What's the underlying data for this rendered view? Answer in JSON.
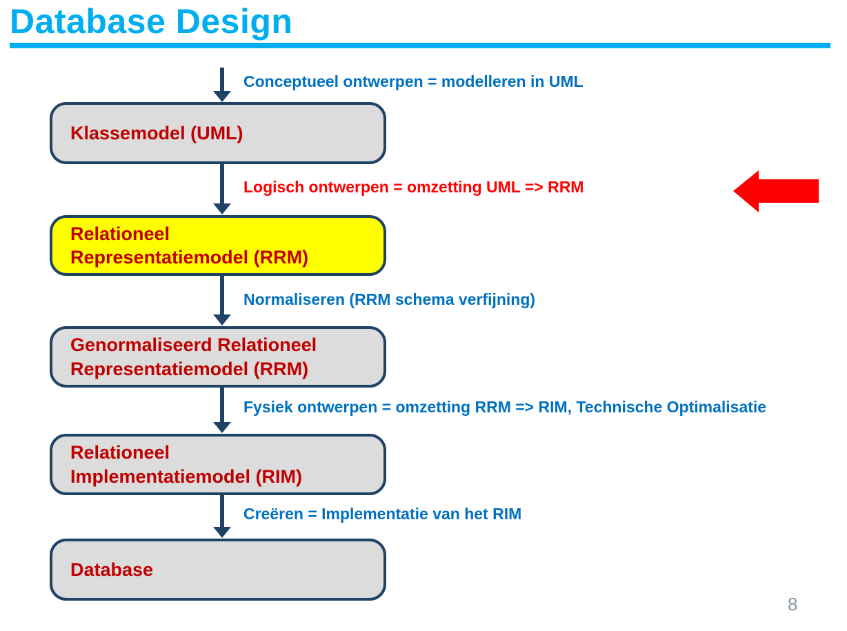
{
  "slide": {
    "title": "Database Design",
    "page_number": "8"
  },
  "flow": {
    "steps": [
      {
        "label": "Conceptueel ontwerpen = modelleren in UML",
        "color": "#0070C0"
      },
      {
        "label": "Logisch ontwerpen = omzetting UML => RRM",
        "color": "#FF0000"
      },
      {
        "label": "Normaliseren (RRM schema verfijning)",
        "color": "#0070C0"
      },
      {
        "label": "Fysiek ontwerpen = omzetting RRM => RIM, Technische Optimalisatie",
        "color": "#0070C0"
      },
      {
        "label": "Creëren = Implementatie van het RIM",
        "color": "#0070C0"
      }
    ],
    "boxes": [
      {
        "text": "Klassemodel (UML)",
        "fill": "#DCDCDC",
        "highlighted": false
      },
      {
        "text": "Relationeel\nRepresentatiemodel (RRM)",
        "fill": "#FFFF00",
        "highlighted": true
      },
      {
        "text": "Genormaliseerd Relationeel\nRepresentatiemodel (RRM)",
        "fill": "#DCDCDC",
        "highlighted": false
      },
      {
        "text": "Relationeel\nImplementatiemodel (RIM)",
        "fill": "#DCDCDC",
        "highlighted": false
      },
      {
        "text": "Database",
        "fill": "#DCDCDC",
        "highlighted": false
      }
    ]
  },
  "annotations": {
    "pointer_arrow": {
      "icon": "red-left-arrow-icon",
      "color": "#FF0000"
    }
  },
  "colors": {
    "title_cyan": "#00AEEF",
    "underline_cyan": "#00AEEF",
    "label_blue": "#0070C0",
    "label_red": "#FF0000",
    "box_text_red": "#C00000",
    "box_fill_gray": "#DCDCDC",
    "box_fill_highlight": "#FFFF00",
    "box_border_navy": "#1F4265",
    "connector_navy": "#1F4265",
    "pointer_red": "#FF0000",
    "page_number_gray": "#8A93A2"
  }
}
